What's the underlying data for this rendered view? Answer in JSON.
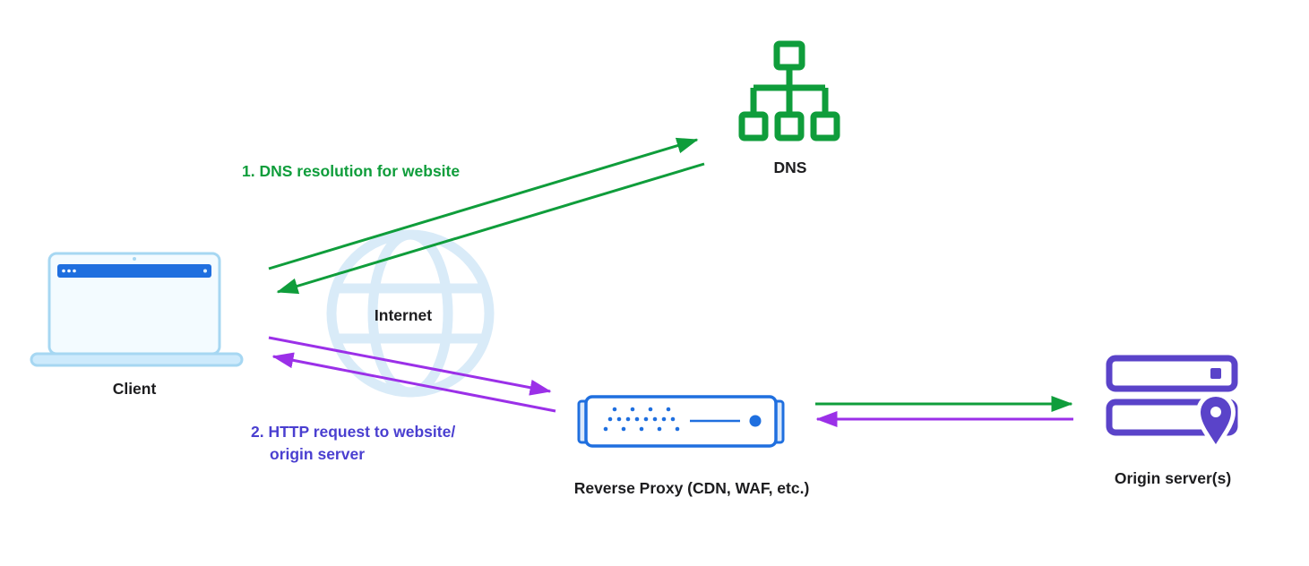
{
  "diagram": {
    "nodes": {
      "dns": {
        "label": "DNS",
        "icon": "dns-tree-icon"
      },
      "client": {
        "label": "Client",
        "icon": "laptop-icon"
      },
      "internet": {
        "label": "Internet",
        "icon": "globe-icon"
      },
      "reverse_proxy": {
        "label": "Reverse Proxy (CDN, WAF, etc.)",
        "icon": "server-appliance-icon"
      },
      "origin": {
        "label": "Origin server(s)",
        "icon": "stacked-servers-location-icon"
      }
    },
    "annotations": {
      "step1": "1. DNS resolution for website",
      "step2_line1": "2. HTTP request to website/",
      "step2_line2": "origin server"
    },
    "edges": [
      {
        "from": "client",
        "to": "dns",
        "color": "green",
        "bidirectional": true
      },
      {
        "from": "client",
        "to": "reverse_proxy",
        "color": "purple",
        "bidirectional": true
      },
      {
        "from": "reverse_proxy",
        "to": "origin",
        "color": "green",
        "direction": "forward"
      },
      {
        "from": "origin",
        "to": "reverse_proxy",
        "color": "purple",
        "direction": "back"
      }
    ],
    "colors": {
      "green": "#0f9d3b",
      "purple": "#9b30e8",
      "indigo": "#4a3fd0",
      "blue": "#1f6fdf",
      "laptop_blue": "#a6d7f2",
      "light_blue": "#d9ebf8",
      "origin_purple": "#5a43c9",
      "text_dark": "#1d1d1f"
    }
  }
}
